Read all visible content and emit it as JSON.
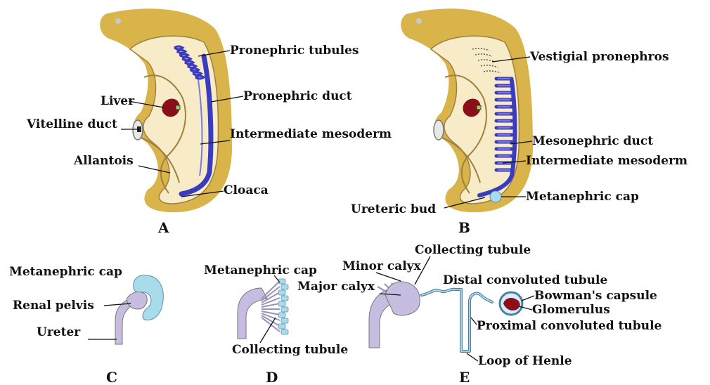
{
  "colors": {
    "body_outer": "#d8b44a",
    "body_inner": "#f8ebc8",
    "duct": "#3b3bbf",
    "liver": "#8b0f1a",
    "cap": "#a8dcea",
    "pelvis": "#c7bde0",
    "gut": "#e8dca8"
  },
  "panel_a": {
    "letter": "A",
    "labels": {
      "pronephric_tubules": "Pronephric tubules",
      "pronephric_duct": "Pronephric duct",
      "liver": "Liver",
      "vitelline_duct": "Vitelline duct",
      "intermediate_mesoderm": "Intermediate mesoderm",
      "allantois": "Allantois",
      "cloaca": "Cloaca"
    }
  },
  "panel_b": {
    "letter": "B",
    "labels": {
      "vestigial_pronephros": "Vestigial pronephros",
      "mesonephric_duct": "Mesonephric duct",
      "intermediate_mesoderm": "Intermediate mesoderm",
      "metanephric_cap": "Metanephric cap",
      "ureteric_bud": "Ureteric bud"
    }
  },
  "panel_c": {
    "letter": "C",
    "labels": {
      "metanephric_cap": "Metanephric cap",
      "renal_pelvis": "Renal pelvis",
      "ureter": "Ureter"
    }
  },
  "panel_d": {
    "letter": "D",
    "labels": {
      "metanephric_cap": "Metanephric cap",
      "collecting_tubule": "Collecting tubule"
    }
  },
  "panel_e": {
    "letter": "E",
    "labels": {
      "collecting_tubule": "Collecting tubule",
      "minor_calyx": "Minor calyx",
      "major_calyx": "Major calyx",
      "distal_convoluted_tubule": "Distal convoluted tubule",
      "bowmans_capsule": "Bowman's capsule",
      "glomerulus": "Glomerulus",
      "proximal_convoluted_tubule": "Proximal convoluted tubule",
      "loop_of_henle": "Loop of Henle"
    }
  }
}
